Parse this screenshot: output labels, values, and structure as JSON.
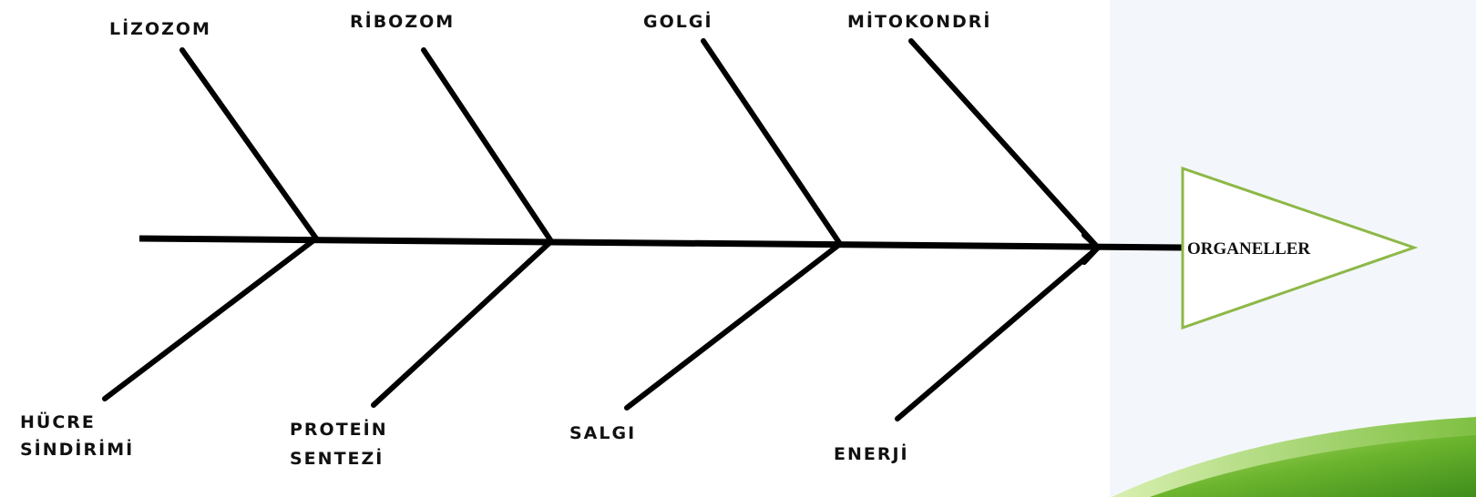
{
  "head": {
    "label": "ORGANELLER"
  },
  "organelles": [
    {
      "name": "LİZOZOM",
      "function": [
        "HÜCRE",
        "SİNDİRİMİ"
      ]
    },
    {
      "name": "RİBOZOM",
      "function": [
        "PROTEİN",
        "SENTEZİ"
      ]
    },
    {
      "name": "GOLGİ",
      "function": [
        "SALGI"
      ]
    },
    {
      "name": "MİTOKONDRİ",
      "function": [
        "ENERJİ"
      ]
    }
  ],
  "colors": {
    "bones": "#000000",
    "head_stroke": "#8db848",
    "head_fill": "#ffffff",
    "background_right": "#f3f7fb",
    "accent_green": "#5fa62a"
  }
}
